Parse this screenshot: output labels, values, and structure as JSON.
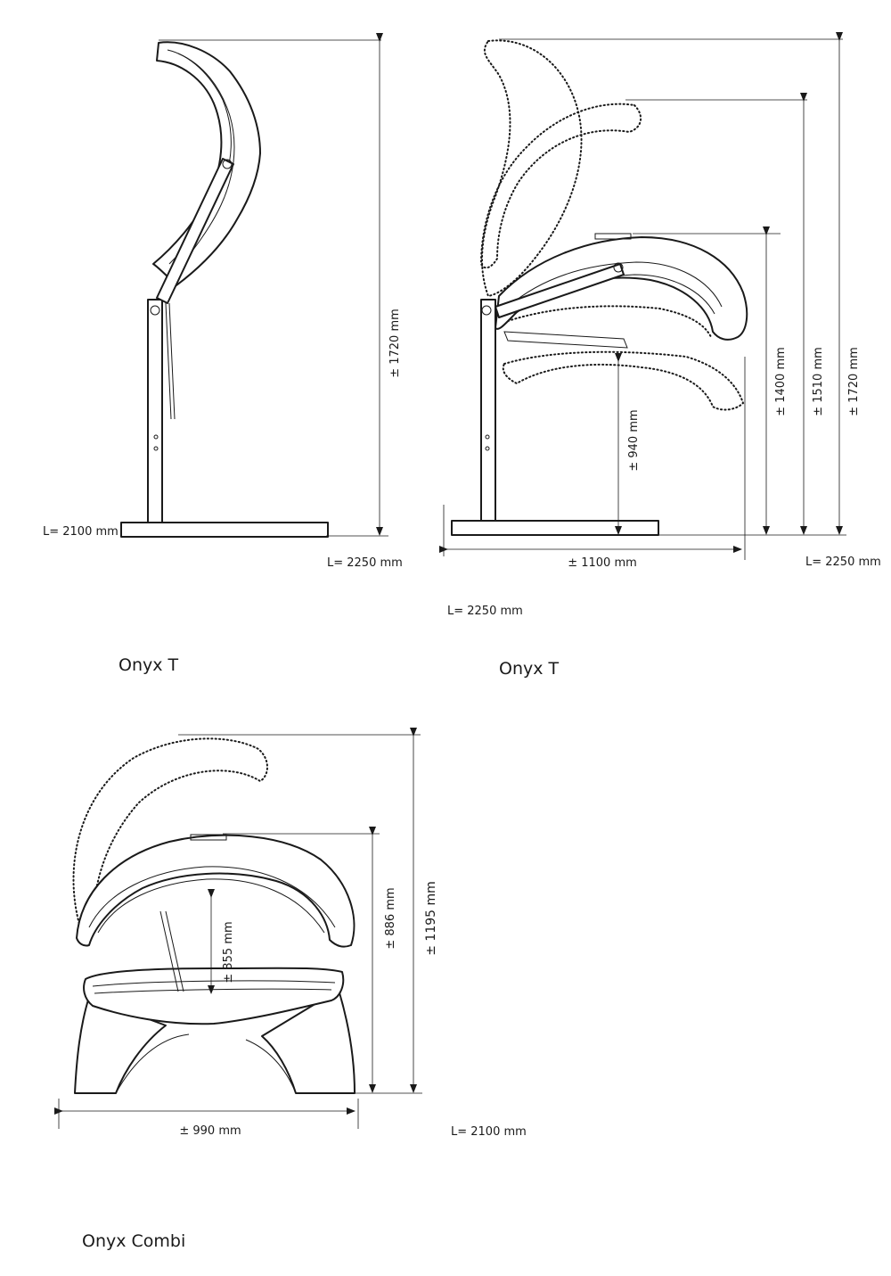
{
  "diagram_1": {
    "caption": "Onyx T",
    "height_label": "± 1720 mm",
    "base_length_label": "L=  2100 mm",
    "overall_length_label": "L= 2250 mm"
  },
  "diagram_2": {
    "caption": "Onyx T",
    "height_1400_label": "± 1400 mm",
    "height_1510_label": "± 1510 mm",
    "height_1720_label": "± 1720 mm",
    "gap_label": "± 940 mm",
    "width_label": "± 1100 mm",
    "length_label_right": "L= 2250 mm",
    "length_label_below": "L= 2250 mm"
  },
  "diagram_3": {
    "caption": "Onyx Combi",
    "height_886_label": "± 886 mm",
    "height_1195_label": "± 1195 mm",
    "gap_label": "± 355 mm",
    "width_label": "± 990 mm",
    "length_label": "L=  2100 mm"
  }
}
